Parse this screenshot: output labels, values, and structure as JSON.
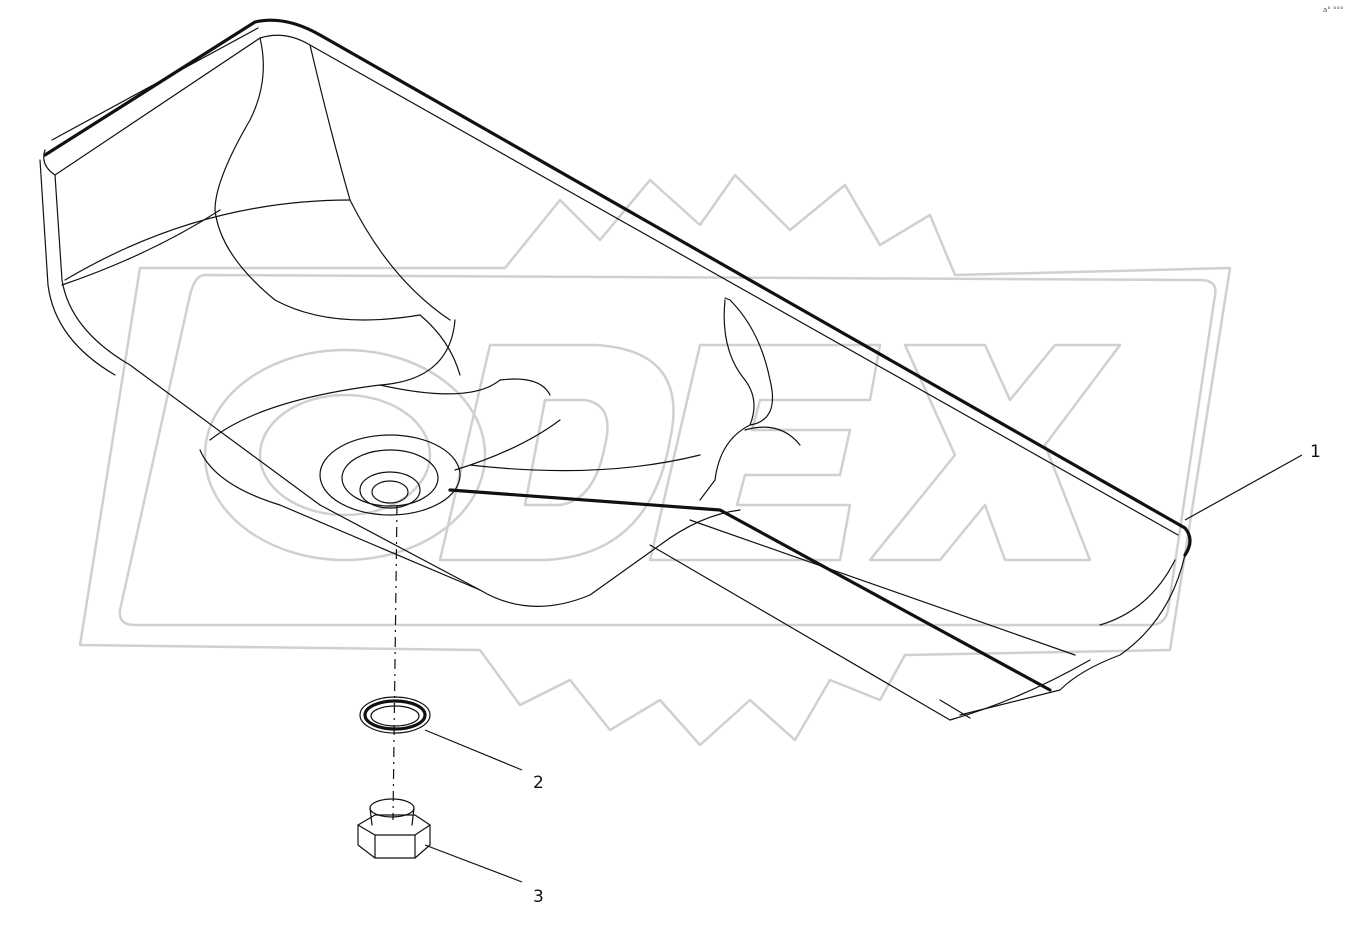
{
  "diagram": {
    "corner_code": "a° °°°",
    "callouts": [
      {
        "id": "1",
        "label": "1"
      },
      {
        "id": "2",
        "label": "2"
      },
      {
        "id": "3",
        "label": "3"
      }
    ],
    "parts": [
      {
        "callout": "1",
        "icon": "oil-pan-drawing"
      },
      {
        "callout": "2",
        "icon": "sealing-washer-drawing"
      },
      {
        "callout": "3",
        "icon": "drain-plug-drawing"
      }
    ],
    "watermark_icon": "odex-gear-logo"
  }
}
